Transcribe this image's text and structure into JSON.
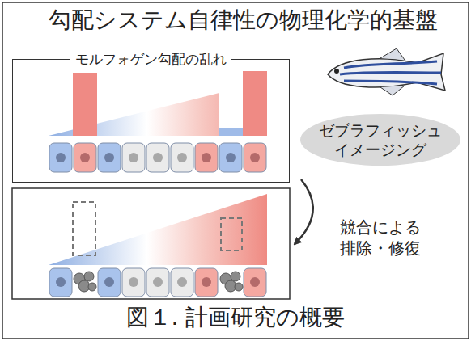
{
  "diagram": {
    "title": "勾配システム自律性の物理化学的基盤",
    "caption": "図１. 計画研究の概要",
    "nodes": [
      {
        "text": [
          "モルフォゲン勾配の乱れ"
        ]
      },
      {
        "text": [
          "ゼブラフィッシュ イメージング"
        ]
      }
    ],
    "labels": [
      "競合による 排除・修復"
    ]
  }
}
